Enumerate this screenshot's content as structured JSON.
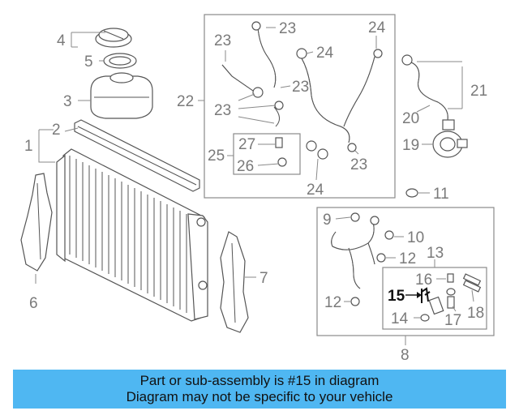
{
  "callouts": {
    "c1": "1",
    "c2": "2",
    "c3": "3",
    "c4": "4",
    "c5": "5",
    "c6": "6",
    "c7": "7",
    "c8": "8",
    "c9": "9",
    "c10": "10",
    "c11": "11",
    "c12a": "12",
    "c12b": "12",
    "c13": "13",
    "c14": "14",
    "c15": "15",
    "c16": "16",
    "c17": "17",
    "c18": "18",
    "c19": "19",
    "c20": "20",
    "c21": "21",
    "c22": "22",
    "c23a": "23",
    "c23b": "23",
    "c23c": "23",
    "c23d": "23",
    "c23e": "23",
    "c24a": "24",
    "c24b": "24",
    "c24c": "24",
    "c25": "25",
    "c26": "26",
    "c27": "27"
  },
  "highlighted_part": "15",
  "colors": {
    "banner": "#4fb7f2",
    "line": "#555555",
    "callout": "#7a7a7a",
    "highlight": "#111111"
  },
  "banner": {
    "line1": "Part or sub-assembly is #15 in diagram",
    "line2": "Diagram may not be specific to your vehicle"
  }
}
